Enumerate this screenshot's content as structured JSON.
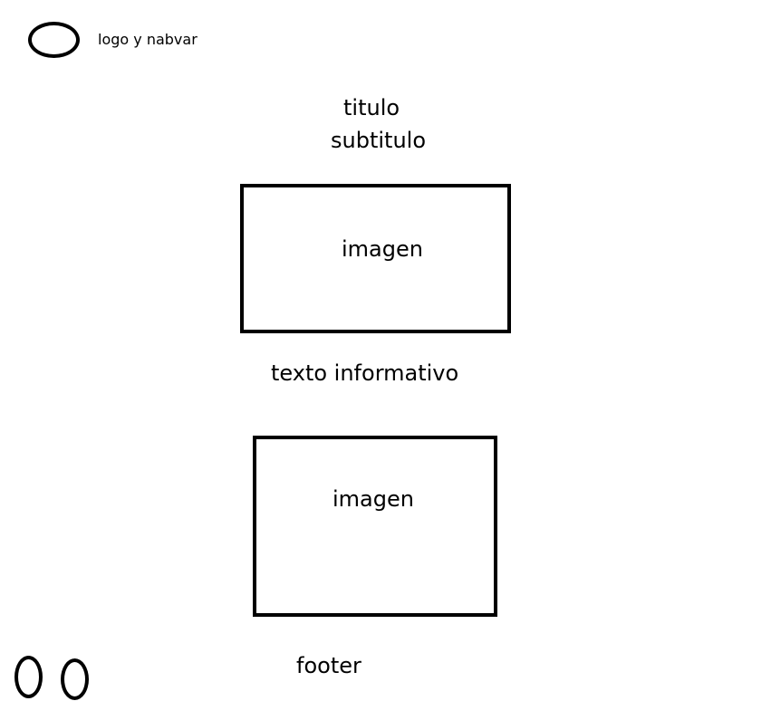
{
  "header": {
    "logo_icon": "ellipse",
    "nav_label": "logo y nabvar"
  },
  "main": {
    "title": "titulo",
    "subtitle": "subtitulo",
    "image_1_label": "imagen",
    "info_text": "texto informativo",
    "image_2_label": "imagen"
  },
  "footer": {
    "label": "footer",
    "icons": [
      "oval",
      "oval"
    ]
  }
}
